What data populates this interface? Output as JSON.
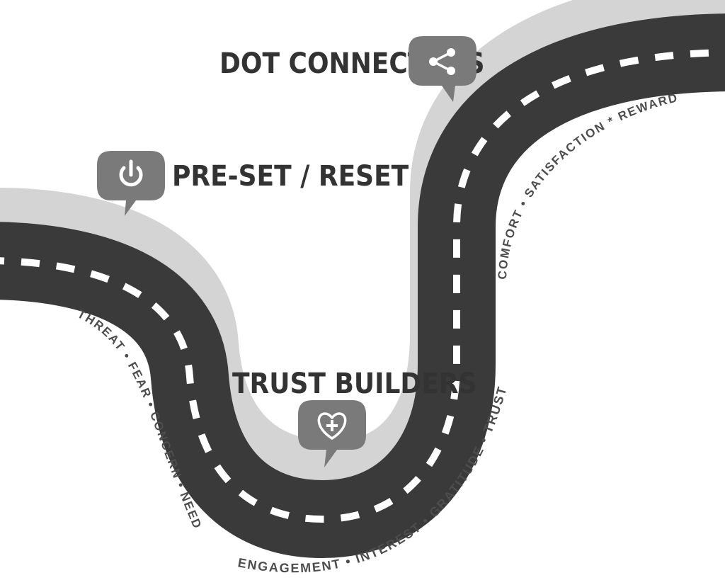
{
  "stops": [
    {
      "label": "PRE-SET / RESET",
      "icon": "power-icon"
    },
    {
      "label": "TRUST BUILDERS",
      "icon": "heart-plus-icon"
    },
    {
      "label": "DOT CONNECTORS",
      "icon": "share-icon"
    }
  ],
  "road_labels": {
    "stage_1": "THREAT • FEAR • CONCERN • NEED",
    "stage_2": "ENGAGEMENT • INTEREST • GRATITUDE • TRUST",
    "stage_3": "COMFORT • SATISFACTION * REWARD"
  },
  "colors": {
    "road": "#3a3a3a",
    "road_shadow": "#d4d4d4",
    "lane_marking": "#ffffff",
    "bubble": "#7a7a7a",
    "heading_text": "#333333",
    "road_text": "#4d4d4d"
  }
}
